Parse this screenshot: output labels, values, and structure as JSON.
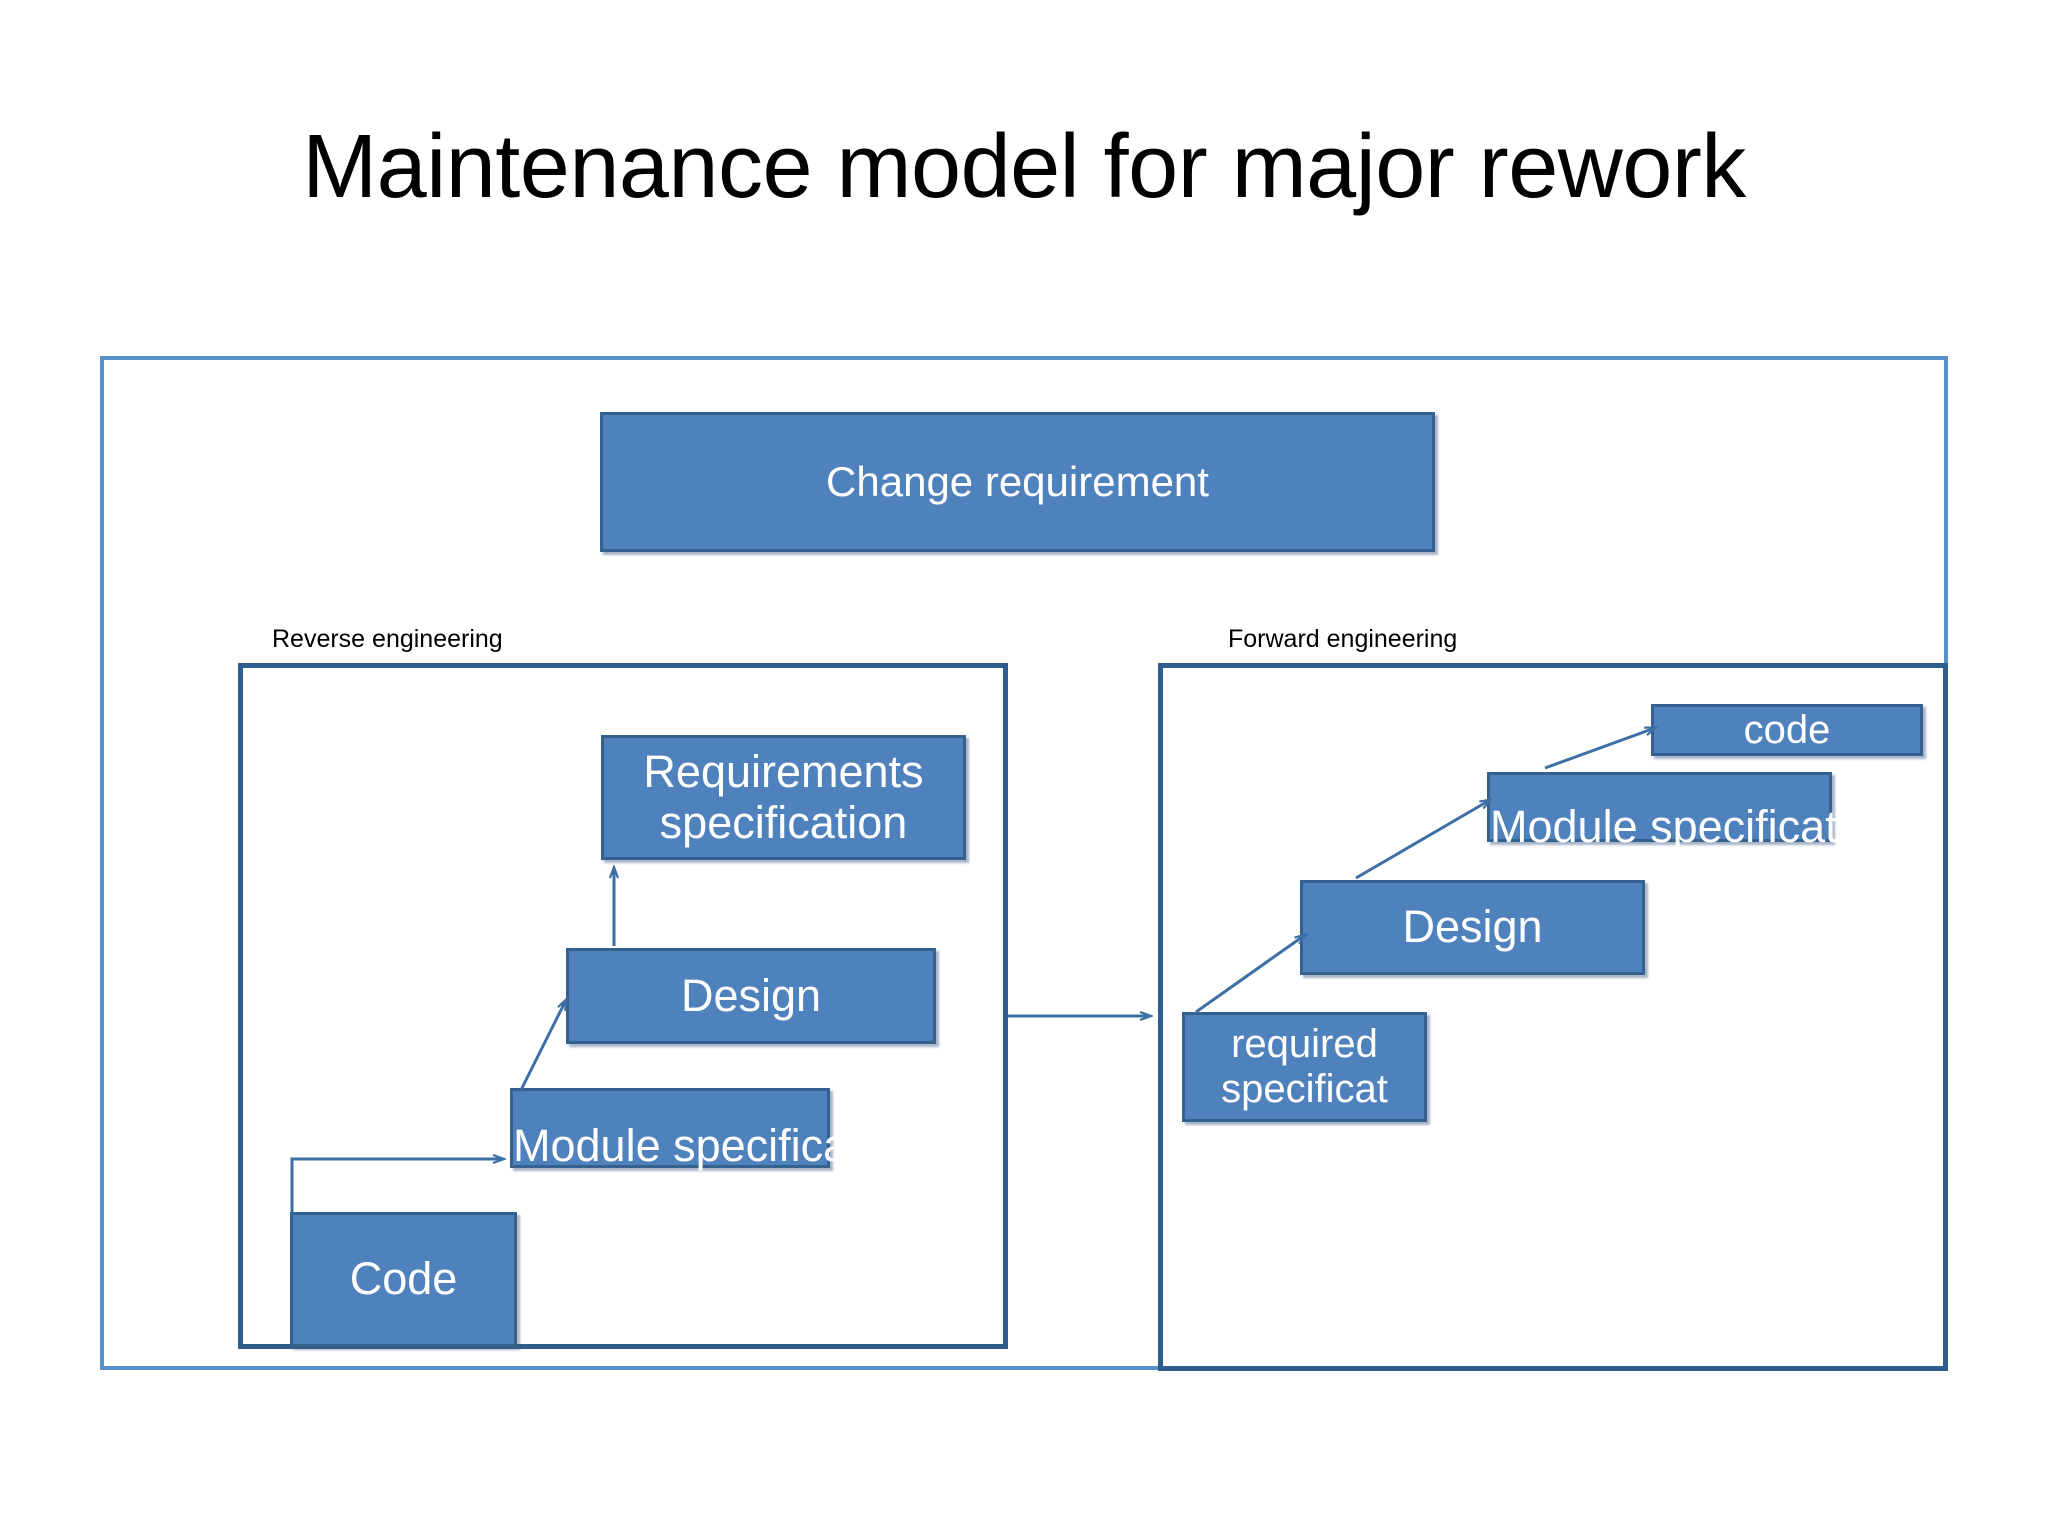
{
  "slide": {
    "title": "Maintenance model for major rework",
    "accent_color": "#4F81BD",
    "box_border_color": "#35618E",
    "frame_color": "#5B8FC7",
    "panel_border_color": "#2E5E8E",
    "text_color_on_box": "#FFFFFF",
    "background": "#FFFFFF"
  },
  "diagram": {
    "top_box": {
      "label": "Change requirement"
    },
    "panels": [
      {
        "id": "reverse",
        "label": "Reverse engineering",
        "nodes": [
          {
            "id": "requirements-specification",
            "label": "Requirements specification"
          },
          {
            "id": "design",
            "label": "Design"
          },
          {
            "id": "module-specification",
            "label": "Module specification"
          },
          {
            "id": "code",
            "label": "Code"
          }
        ],
        "flow": [
          "Code",
          "Module specification",
          "Design",
          "Requirements specification"
        ]
      },
      {
        "id": "forward",
        "label": "Forward engineering",
        "nodes": [
          {
            "id": "required-specificat",
            "label": "required specificat"
          },
          {
            "id": "design",
            "label": "Design"
          },
          {
            "id": "module-specifications",
            "label": "Module specifications"
          },
          {
            "id": "code",
            "label": "code"
          }
        ],
        "flow": [
          "required specificat",
          "Design",
          "Module specifications",
          "code"
        ]
      }
    ],
    "connector": {
      "from": "Reverse engineering",
      "to": "Forward engineering",
      "label": ""
    }
  }
}
